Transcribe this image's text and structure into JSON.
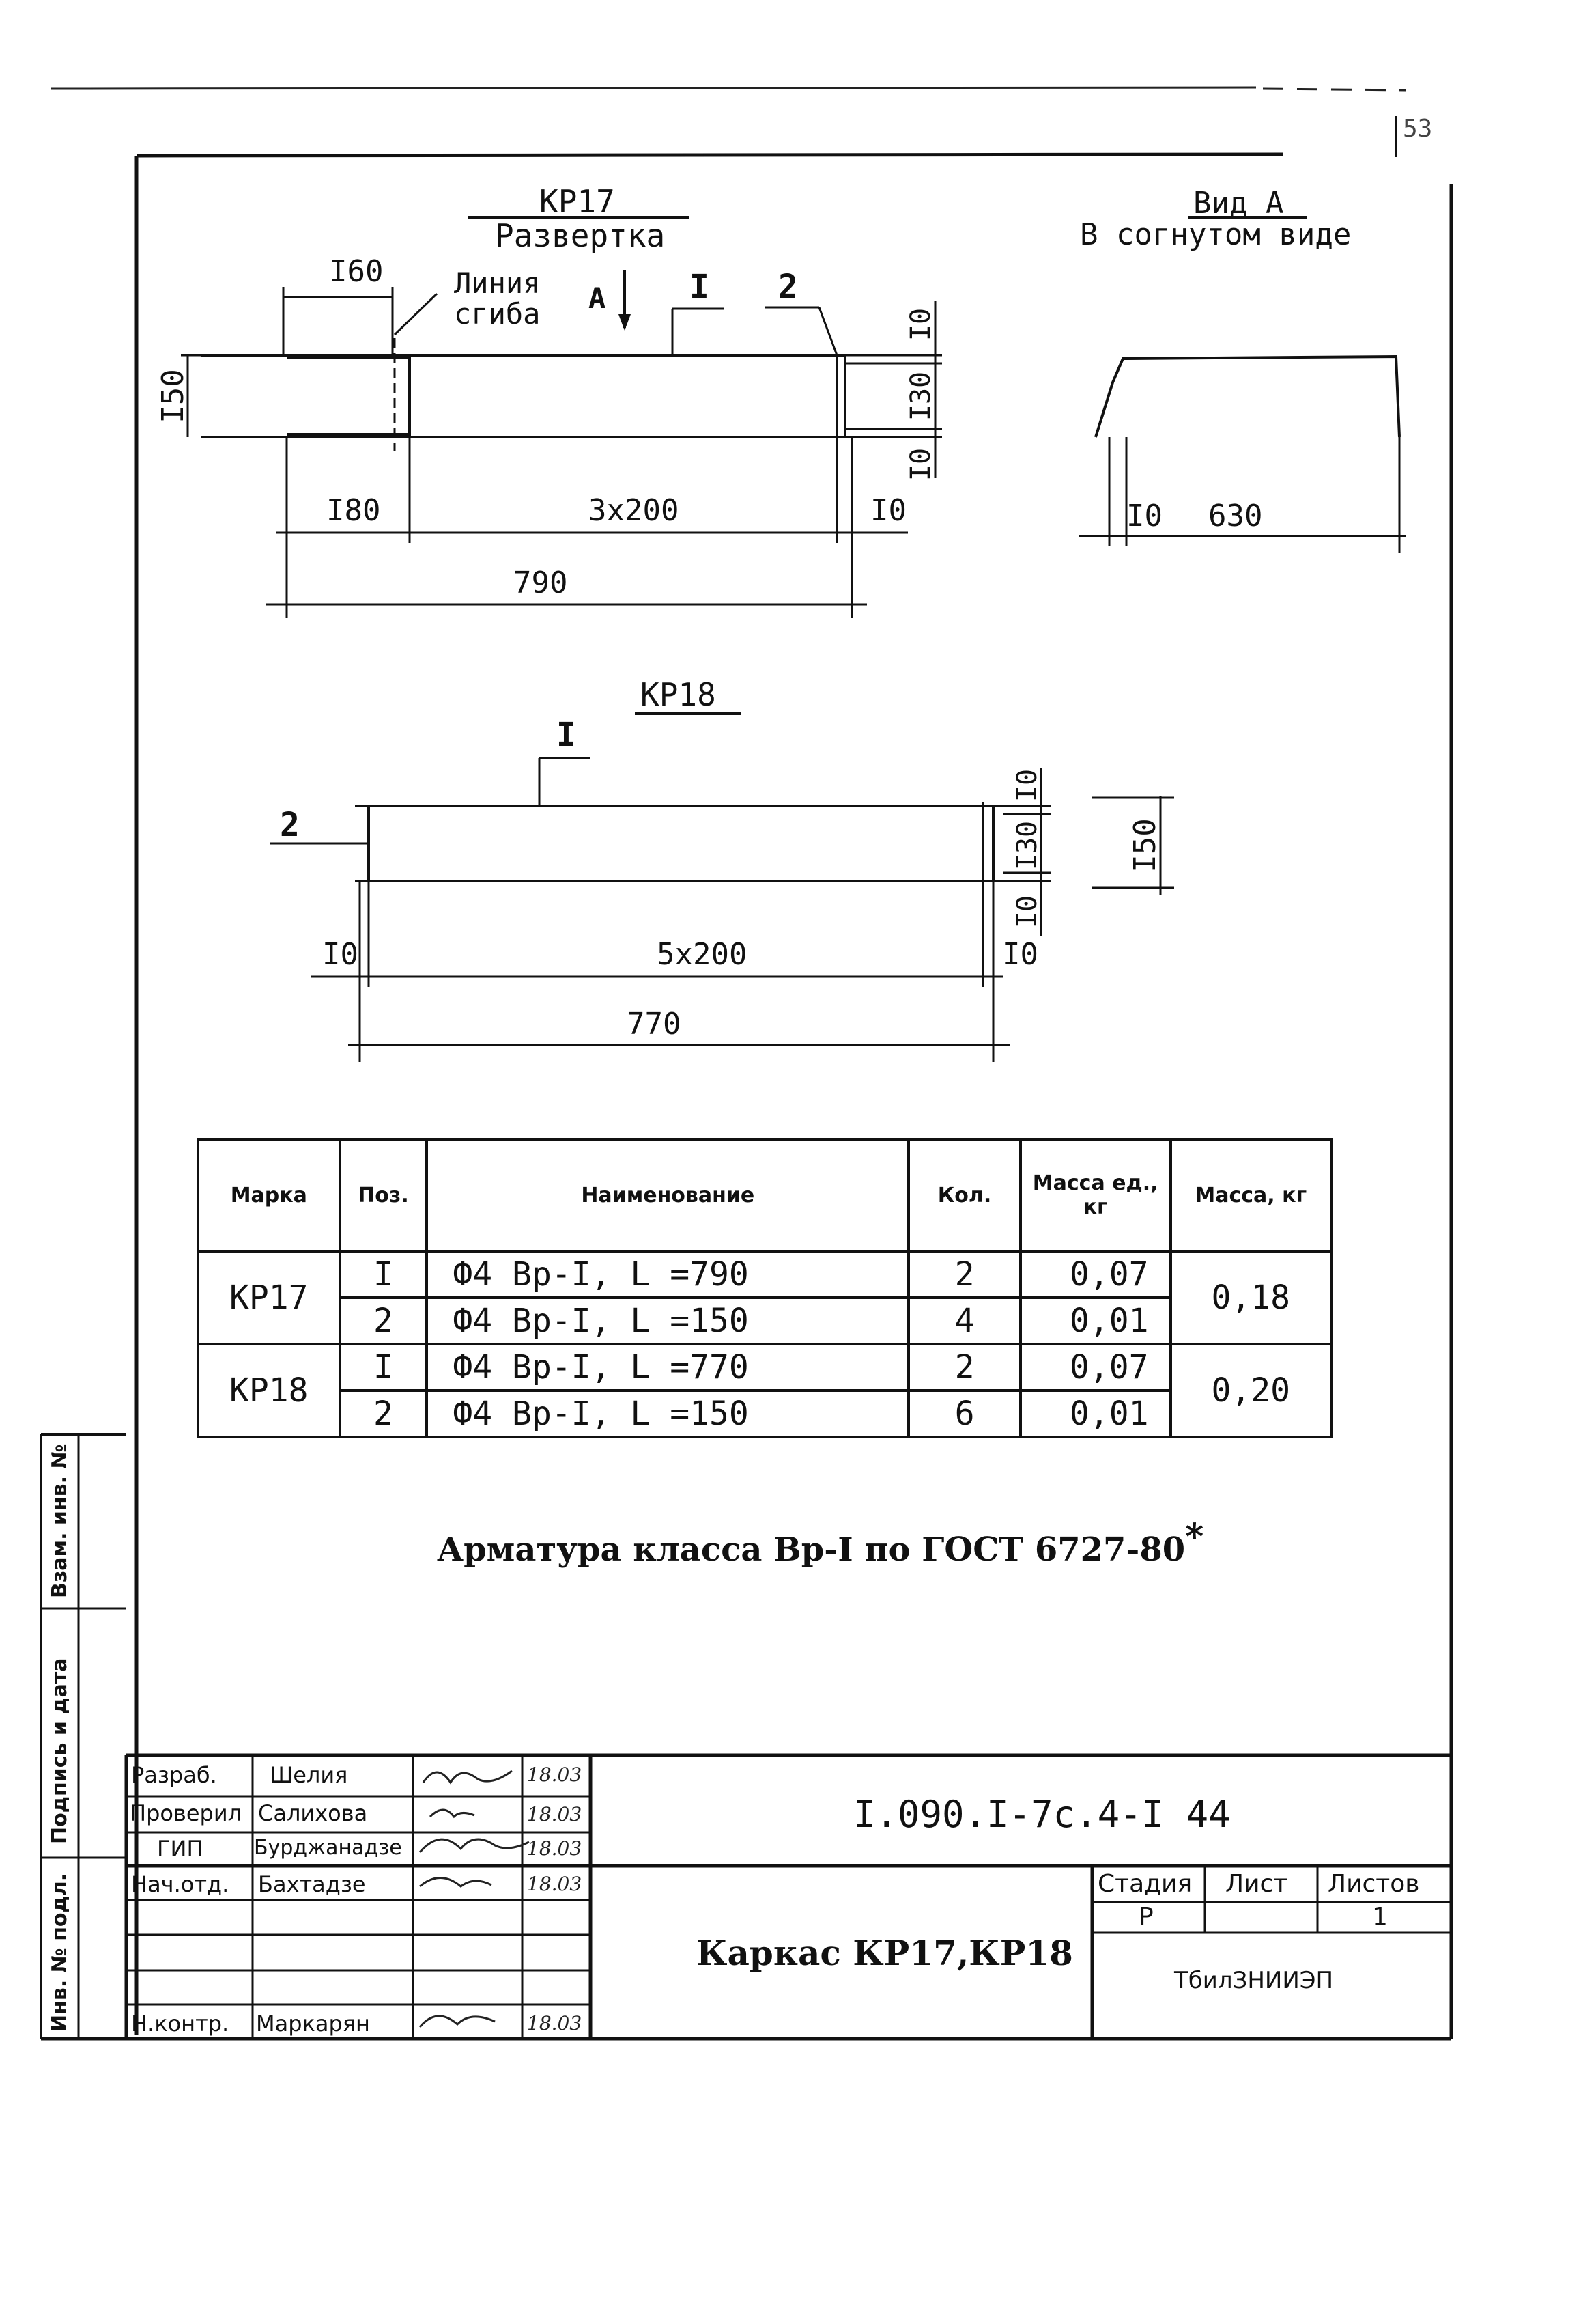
{
  "sheet_mark": "53",
  "kr17": {
    "title": "КР17",
    "subtitle": "Развертка",
    "fold_line_label": [
      "Линия",
      "сгиба"
    ],
    "view_ref": "А",
    "pos1": "I",
    "pos2": "2",
    "dim_160": "I60",
    "dim_150": "I50",
    "dim_10_top": "I0",
    "dim_130": "I30",
    "dim_10_bottom": "I0",
    "dim_180": "I80",
    "dim_3x200": "3x200",
    "dim_10_right": "I0",
    "dim_790": "790"
  },
  "view_a": {
    "title": "Вид А",
    "subtitle": "В согнутом виде",
    "dim_10": "I0",
    "dim_630": "630"
  },
  "kr18": {
    "title": "КР18",
    "pos1": "I",
    "pos2": "2",
    "dim_10_top": "I0",
    "dim_130": "I30",
    "dim_10_bottom": "I0",
    "dim_150": "I50",
    "dim_10_left": "I0",
    "dim_5x200": "5x200",
    "dim_10_right": "I0",
    "dim_770": "770"
  },
  "spec_table": {
    "headers": [
      "Марка",
      "Поз.",
      "Наименование",
      "Кол.",
      "Масса ед., кг",
      "Масса, кг"
    ],
    "groups": [
      {
        "mark": "КР17",
        "total_mass": "0,18",
        "rows": [
          {
            "pos": "I",
            "name": "Ф4 Вр-I,  L =790",
            "qty": "2",
            "unit_mass": "0,07"
          },
          {
            "pos": "2",
            "name": "Ф4 Вр-I,  L =150",
            "qty": "4",
            "unit_mass": "0,01"
          }
        ]
      },
      {
        "mark": "КР18",
        "total_mass": "0,20",
        "rows": [
          {
            "pos": "I",
            "name": "Ф4 Вр-I,  L =770",
            "qty": "2",
            "unit_mass": "0,07"
          },
          {
            "pos": "2",
            "name": "Ф4 Вр-I,  L =150",
            "qty": "6",
            "unit_mass": "0,01"
          }
        ]
      }
    ]
  },
  "note": "Арматура класса Вр-I по ГОСТ 6727-80",
  "note_mark": "*",
  "title_block": {
    "people": [
      {
        "role": "Разраб.",
        "name": "Шелия",
        "date": "18.03"
      },
      {
        "role": "Проверил",
        "name": "Салихова",
        "date": "18.03"
      },
      {
        "role": "ГИП",
        "name": "Бурджанадзе",
        "date": "18.03"
      },
      {
        "role": "Нач.отд.",
        "name": "Бахтадзе",
        "date": "18.03"
      },
      {
        "role": "",
        "name": "",
        "date": ""
      },
      {
        "role": "",
        "name": "",
        "date": ""
      },
      {
        "role": "Н.контр.",
        "name": "Маркарян",
        "date": "18.03"
      }
    ],
    "doc_code": "I.090.I-7с.4-I 44",
    "doc_title": "Каркас КР17,КР18",
    "stage_header": "Стадия",
    "sheet_header": "Лист",
    "sheets_header": "Листов",
    "stage_value": "Р",
    "sheet_value": "",
    "sheets_value": "1",
    "org": "ТбилЗНИИЭП"
  },
  "side_stamp": {
    "inv_podl": "Инв. № подл.",
    "podpis": "Подпись и дата",
    "vzam": "Взам. инв. №"
  }
}
